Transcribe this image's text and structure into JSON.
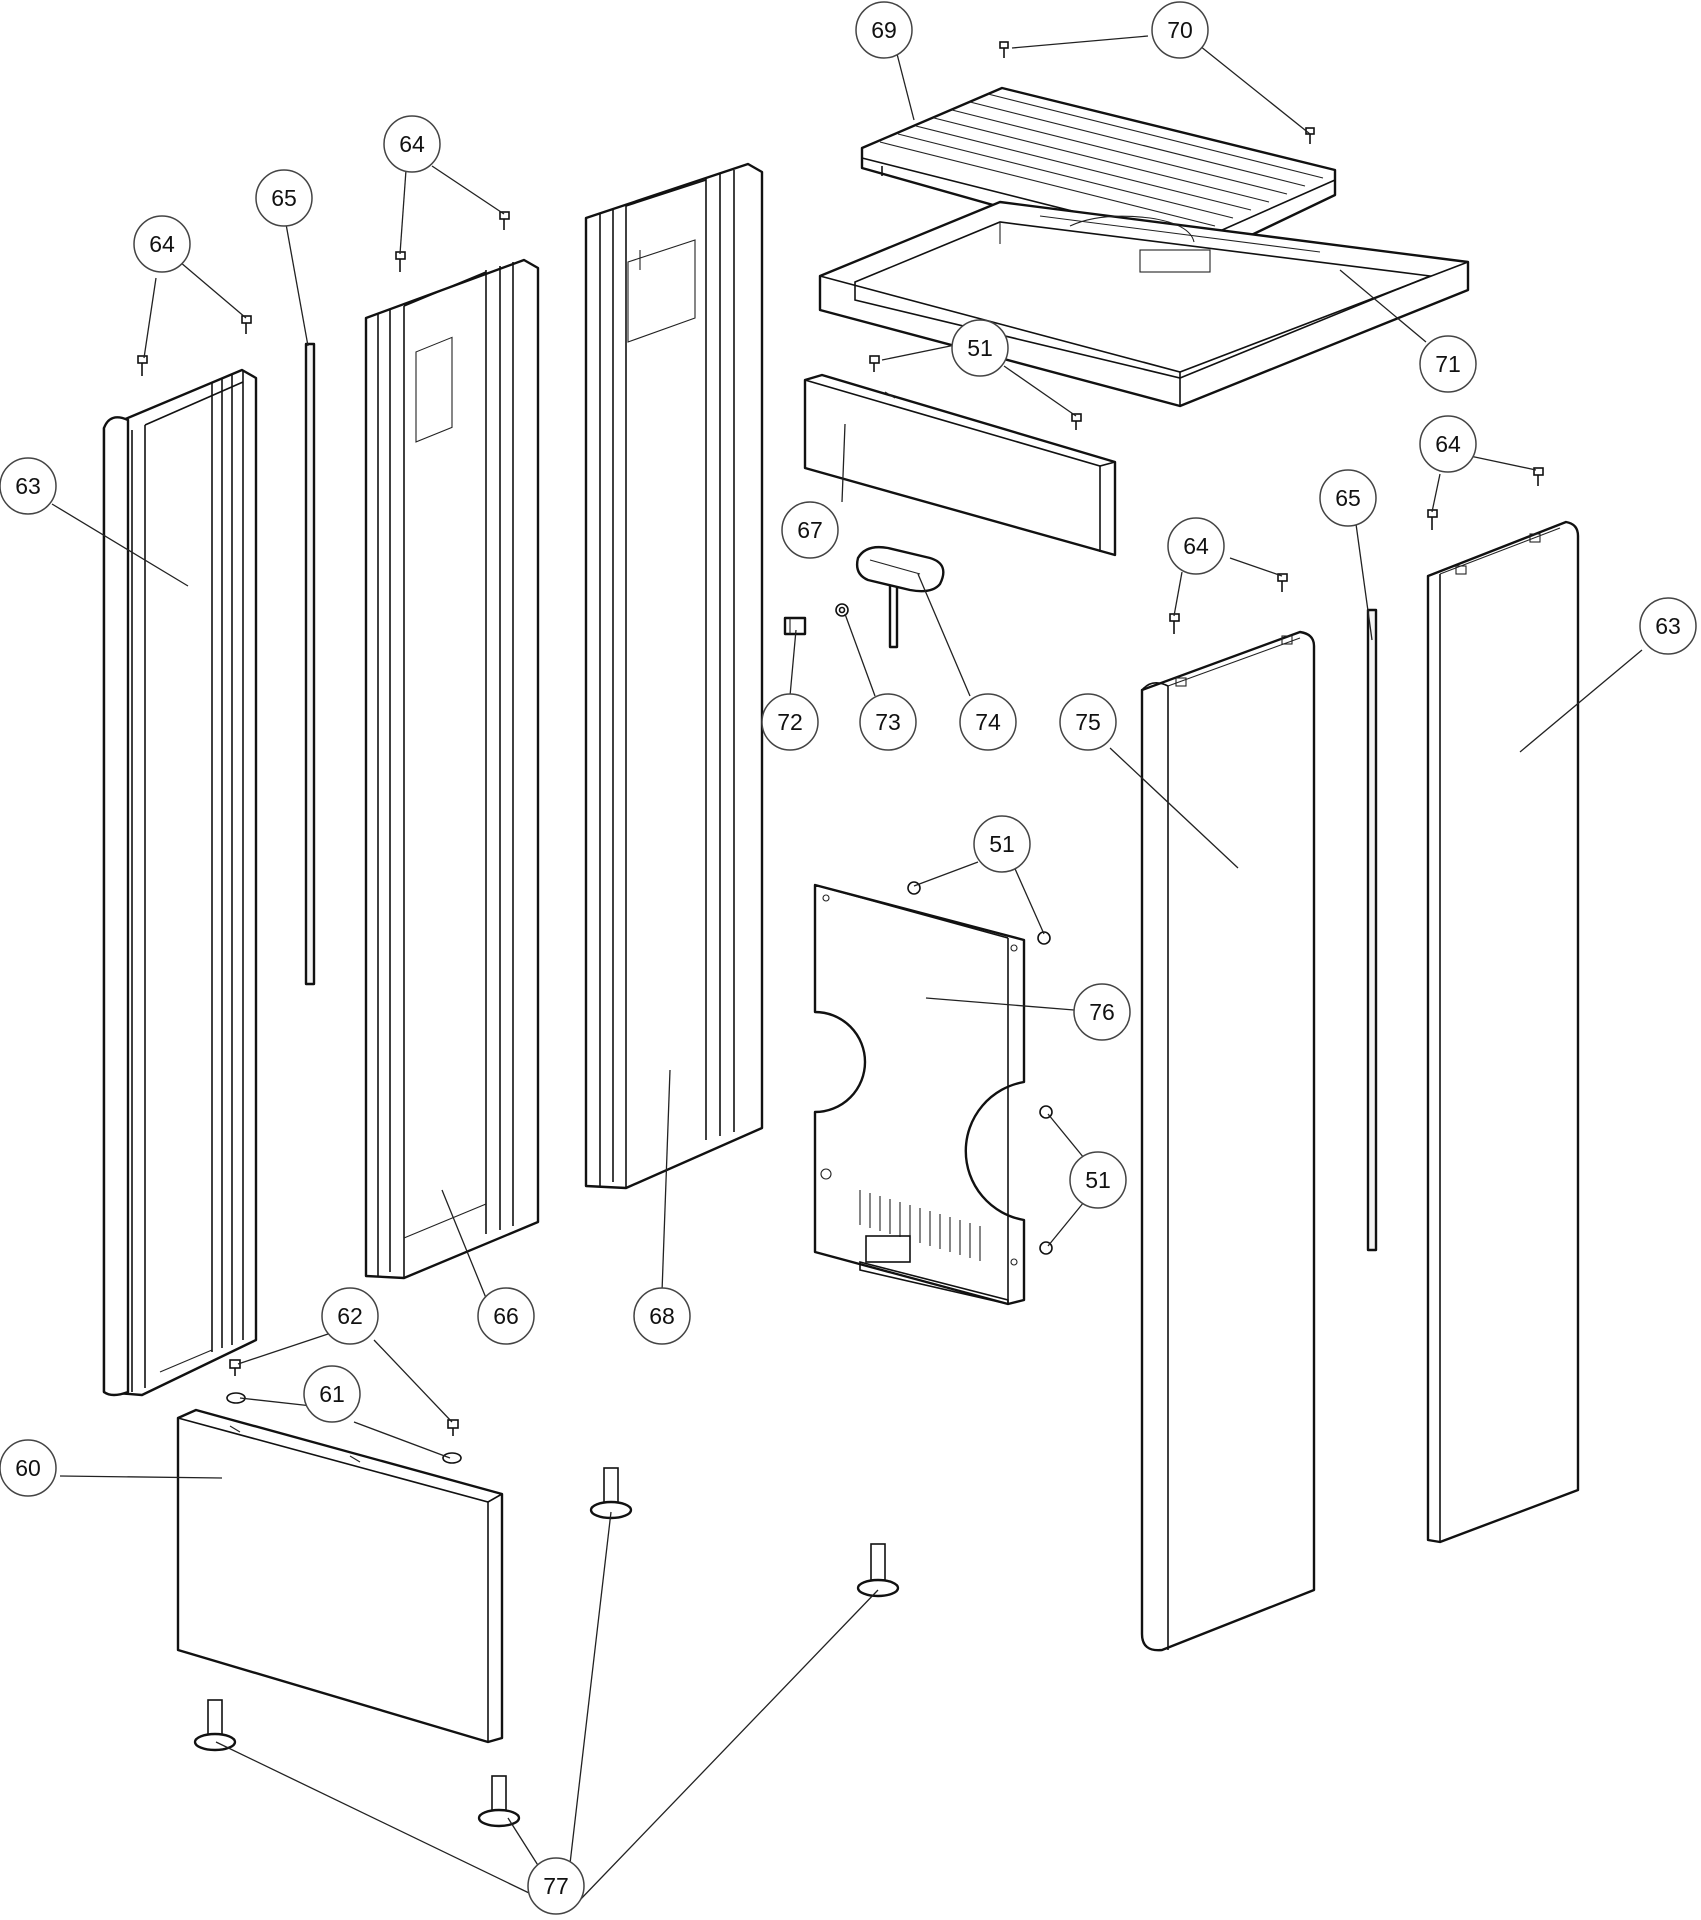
{
  "callouts": [
    {
      "id": "c69",
      "label": "69"
    },
    {
      "id": "c70",
      "label": "70"
    },
    {
      "id": "c71",
      "label": "71"
    },
    {
      "id": "c51a",
      "label": "51"
    },
    {
      "id": "c67",
      "label": "67"
    },
    {
      "id": "c64a",
      "label": "64"
    },
    {
      "id": "c65a",
      "label": "65"
    },
    {
      "id": "c64b",
      "label": "64"
    },
    {
      "id": "c63a",
      "label": "63"
    },
    {
      "id": "c64c",
      "label": "64"
    },
    {
      "id": "c64d",
      "label": "64"
    },
    {
      "id": "c65b",
      "label": "65"
    },
    {
      "id": "c63b",
      "label": "63"
    },
    {
      "id": "c72",
      "label": "72"
    },
    {
      "id": "c73",
      "label": "73"
    },
    {
      "id": "c74",
      "label": "74"
    },
    {
      "id": "c75",
      "label": "75"
    },
    {
      "id": "c51b",
      "label": "51"
    },
    {
      "id": "c76",
      "label": "76"
    },
    {
      "id": "c51c",
      "label": "51"
    },
    {
      "id": "c62",
      "label": "62"
    },
    {
      "id": "c66",
      "label": "66"
    },
    {
      "id": "c68",
      "label": "68"
    },
    {
      "id": "c61",
      "label": "61"
    },
    {
      "id": "c60",
      "label": "60"
    },
    {
      "id": "c77",
      "label": "77"
    }
  ]
}
